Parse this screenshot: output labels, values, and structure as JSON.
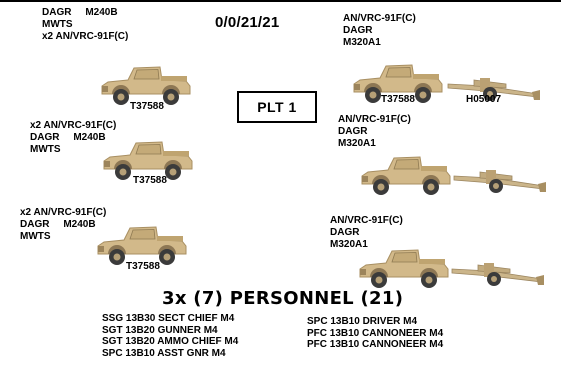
{
  "strength": "0/0/21/21",
  "platoon_label": "PLT 1",
  "gun_trucks": [
    {
      "equipment": [
        "DAGR     M240B",
        "MWTS",
        "x2 AN/VRC-91F(C)"
      ],
      "bumper": "T37588"
    },
    {
      "equipment": [
        "x2 AN/VRC-91F(C)",
        "DAGR     M240B",
        "MWTS"
      ],
      "bumper": "T37588"
    },
    {
      "equipment": [
        "x2 AN/VRC-91F(C)",
        "DAGR     M240B",
        "MWTS"
      ],
      "bumper": "T37588"
    }
  ],
  "howitzer_sections": [
    {
      "equipment": [
        "AN/VRC-91F(C)",
        "DAGR",
        "M320A1"
      ],
      "truck_bumper": "T37588",
      "gun_bumper": "H05007"
    },
    {
      "equipment": [
        "AN/VRC-91F(C)",
        "DAGR",
        "M320A1"
      ],
      "truck_bumper": "",
      "gun_bumper": ""
    },
    {
      "equipment": [
        "AN/VRC-91F(C)",
        "DAGR",
        "M320A1"
      ],
      "truck_bumper": "",
      "gun_bumper": ""
    }
  ],
  "personnel_title": "3x (7) PERSONNEL (21)",
  "roster_left": [
    "SSG 13B30 SECT CHIEF M4",
    "SGT 13B20 GUNNER M4",
    "SGT 13B20 AMMO CHIEF M4",
    "SPC 13B10 ASST GNR M4"
  ],
  "roster_right": [
    "SPC 13B10 DRIVER M4",
    "PFC 13B10 CANNONEER M4",
    "PFC 13B10 CANNONEER M4"
  ],
  "colors": {
    "vehicle_tan": "#d2b98a",
    "vehicle_shadow": "#a88f62",
    "tire": "#3b3b3b"
  }
}
